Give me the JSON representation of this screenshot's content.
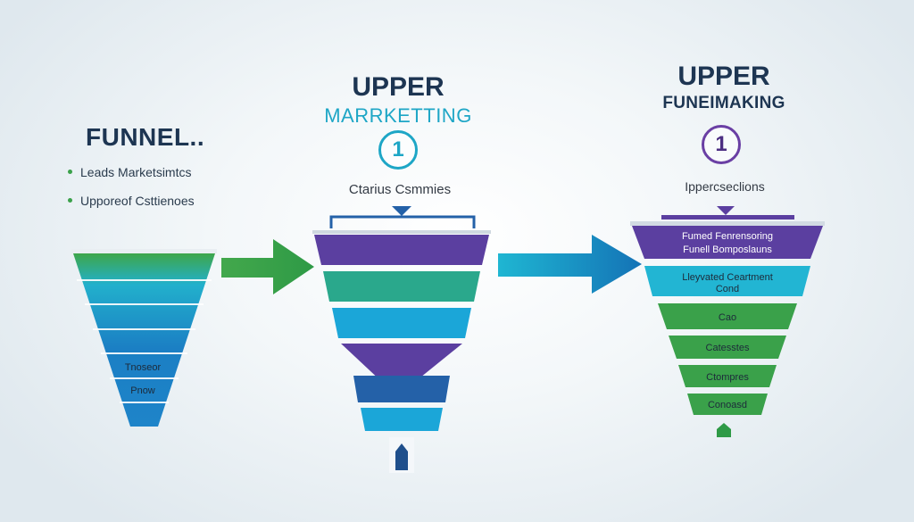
{
  "left_panel": {
    "title": "FUNNEL..",
    "bullets": [
      {
        "text": "Leads Marketsimtcs",
        "color": "#3aa14a"
      },
      {
        "text": "Upporeof Csttienoes",
        "color": "#3aa14a"
      }
    ],
    "funnel_labels": [
      "Tnoseor",
      "Pnow"
    ]
  },
  "middle_panel": {
    "title_line_1": "UPPER",
    "title_line_2": "MARRKETTING",
    "badge": "1",
    "caption": "Ctarius Csmmies"
  },
  "right_panel": {
    "title_line_1": "UPPER",
    "title_line_2": "FUNEIMAKING",
    "badge": "1",
    "caption": "Ippercseclions",
    "funnel_labels": [
      "Fumed Fenrensoring",
      "Funell Bomposlauns",
      "Lleyvated Ceartment",
      "Cond",
      "Cao",
      "Catesstes",
      "Ctompres",
      "Conoasd"
    ]
  },
  "colors": {
    "green": "#3aa14a",
    "teal": "#1fb5d0",
    "blue": "#1a86c8",
    "navy": "#2461a8",
    "purple": "#5b3fa0",
    "heading": "#1d3552",
    "cyan_accent": "#1ea6c6"
  }
}
